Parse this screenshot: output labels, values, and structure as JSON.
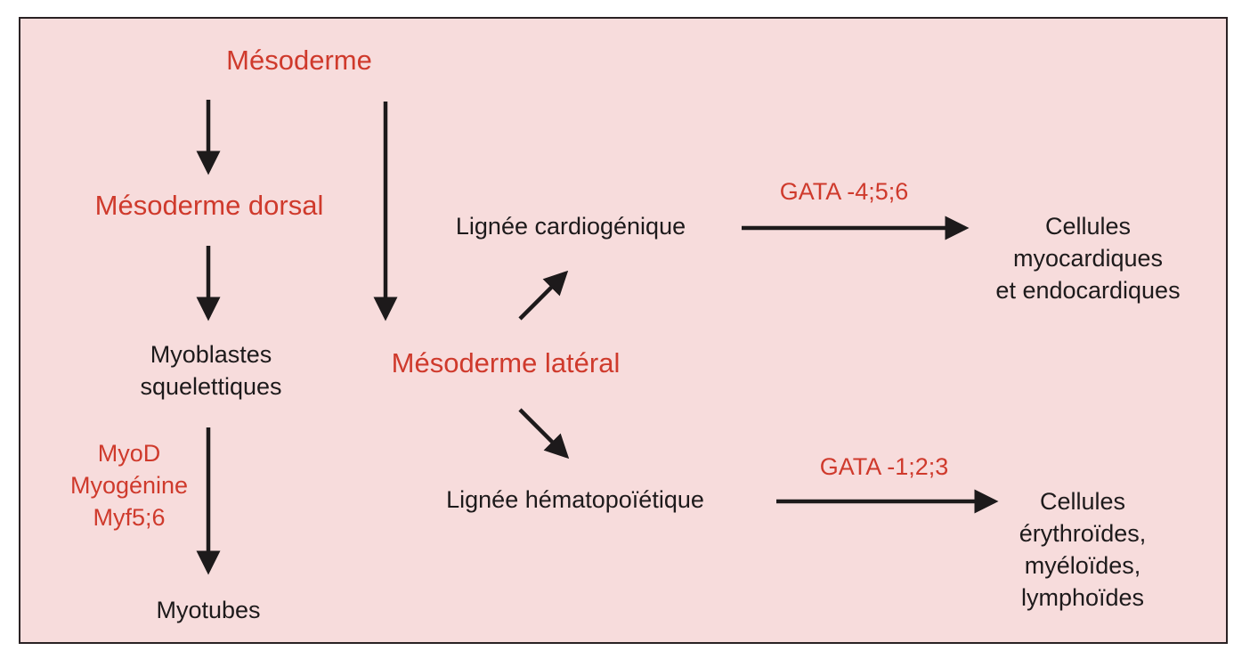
{
  "nodes": {
    "mesoderme": "Mésoderme",
    "mesoderme_dorsal": "Mésoderme dorsal",
    "mesoderme_lateral": "Mésoderme latéral",
    "myoblastes": [
      "Myoblastes",
      "squelettiques"
    ],
    "myotubes": "Myotubes",
    "lignee_cardio": "Lignée cardiogénique",
    "lignee_hemato": "Lignée hématopoïétique",
    "cellules_cardio": [
      "Cellules",
      "myocardiques",
      "et endocardiques"
    ],
    "cellules_hemato": [
      "Cellules",
      "érythroïdes,",
      "myéloïdes,",
      "lymphoïdes"
    ]
  },
  "factors": {
    "myogenic": [
      "MyoD",
      "Myogénine",
      "Myf5;6"
    ],
    "gata_cardio": "GATA -4;5;6",
    "gata_hemato": "GATA -1;2;3"
  },
  "colors": {
    "background": "#f7dcdc",
    "border": "#2a2224",
    "highlight_text": "#cf3a2c",
    "text": "#1d1a1b"
  }
}
